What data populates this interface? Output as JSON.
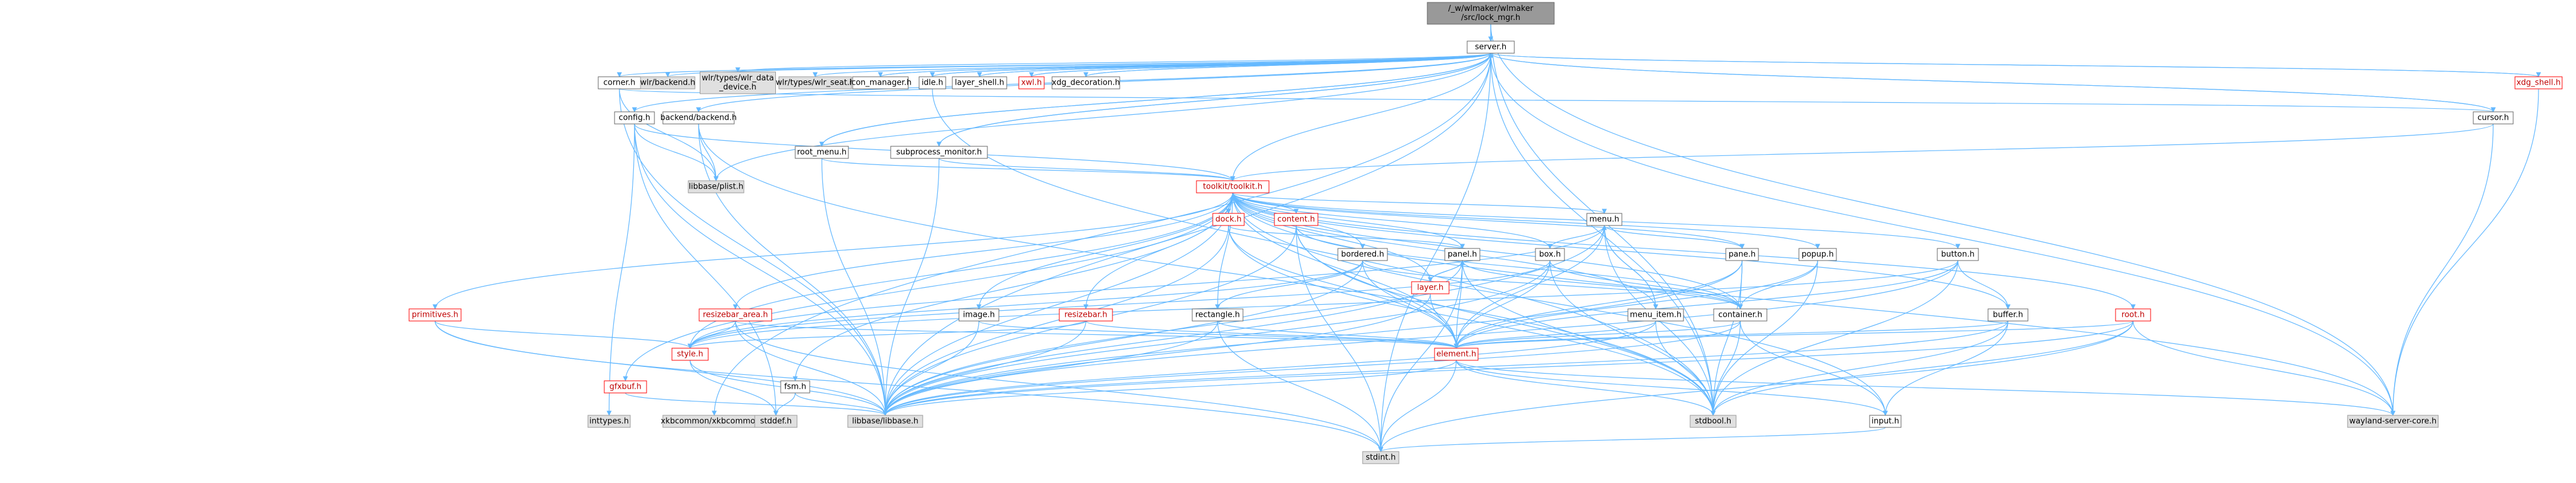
{
  "graph": {
    "colors": {
      "edge": "#63b8ff",
      "arrow": "#63b8ff",
      "root_fill": "#999999",
      "root_stroke": "#666666",
      "normal_fill": "#ffffff",
      "normal_stroke": "#666666",
      "external_fill": "#e0e0e0",
      "external_stroke": "#999999",
      "truncated_stroke": "#ff0000",
      "truncated_text": "#bf0000"
    },
    "nodes": [
      {
        "id": "root",
        "lines": [
          "/_w/wlmaker/wlmaker",
          "/src/lock_mgr.h"
        ],
        "kind": "root"
      },
      {
        "id": "server",
        "lines": [
          "server.h"
        ],
        "kind": "normal"
      },
      {
        "id": "corner",
        "lines": [
          "corner.h"
        ],
        "kind": "normal"
      },
      {
        "id": "wlr_backend",
        "lines": [
          "wlr/backend.h"
        ],
        "kind": "external"
      },
      {
        "id": "wlr_data_device",
        "lines": [
          "wlr/types/wlr_data",
          "_device.h"
        ],
        "kind": "external"
      },
      {
        "id": "wlr_seat",
        "lines": [
          "wlr/types/wlr_seat.h"
        ],
        "kind": "external"
      },
      {
        "id": "icon_manager",
        "lines": [
          "icon_manager.h"
        ],
        "kind": "normal"
      },
      {
        "id": "idle",
        "lines": [
          "idle.h"
        ],
        "kind": "normal"
      },
      {
        "id": "layer_shell",
        "lines": [
          "layer_shell.h"
        ],
        "kind": "normal"
      },
      {
        "id": "xwl",
        "lines": [
          "xwl.h"
        ],
        "kind": "truncated"
      },
      {
        "id": "xdg_decoration",
        "lines": [
          "xdg_decoration.h"
        ],
        "kind": "normal"
      },
      {
        "id": "xdg_shell",
        "lines": [
          "xdg_shell.h"
        ],
        "kind": "truncated"
      },
      {
        "id": "backend",
        "lines": [
          "backend/backend.h"
        ],
        "kind": "normal"
      },
      {
        "id": "config",
        "lines": [
          "config.h"
        ],
        "kind": "normal"
      },
      {
        "id": "root_menu",
        "lines": [
          "root_menu.h"
        ],
        "kind": "normal"
      },
      {
        "id": "subprocess_monitor",
        "lines": [
          "subprocess_monitor.h"
        ],
        "kind": "normal"
      },
      {
        "id": "cursor",
        "lines": [
          "cursor.h"
        ],
        "kind": "normal"
      },
      {
        "id": "plist",
        "lines": [
          "libbase/plist.h"
        ],
        "kind": "external"
      },
      {
        "id": "toolkit",
        "lines": [
          "toolkit/toolkit.h"
        ],
        "kind": "truncated"
      },
      {
        "id": "dock",
        "lines": [
          "dock.h"
        ],
        "kind": "truncated"
      },
      {
        "id": "content",
        "lines": [
          "content.h"
        ],
        "kind": "truncated"
      },
      {
        "id": "menu",
        "lines": [
          "menu.h"
        ],
        "kind": "normal"
      },
      {
        "id": "bordered",
        "lines": [
          "bordered.h"
        ],
        "kind": "normal"
      },
      {
        "id": "panel",
        "lines": [
          "panel.h"
        ],
        "kind": "normal"
      },
      {
        "id": "box",
        "lines": [
          "box.h"
        ],
        "kind": "normal"
      },
      {
        "id": "pane",
        "lines": [
          "pane.h"
        ],
        "kind": "normal"
      },
      {
        "id": "popup",
        "lines": [
          "popup.h"
        ],
        "kind": "normal"
      },
      {
        "id": "button",
        "lines": [
          "button.h"
        ],
        "kind": "normal"
      },
      {
        "id": "primitives",
        "lines": [
          "primitives.h"
        ],
        "kind": "truncated"
      },
      {
        "id": "resizebar_area",
        "lines": [
          "resizebar_area.h"
        ],
        "kind": "truncated"
      },
      {
        "id": "image",
        "lines": [
          "image.h"
        ],
        "kind": "normal"
      },
      {
        "id": "resizebar",
        "lines": [
          "resizebar.h"
        ],
        "kind": "truncated"
      },
      {
        "id": "rectangle",
        "lines": [
          "rectangle.h"
        ],
        "kind": "normal"
      },
      {
        "id": "layer",
        "lines": [
          "layer.h"
        ],
        "kind": "truncated"
      },
      {
        "id": "menu_item",
        "lines": [
          "menu_item.h"
        ],
        "kind": "normal"
      },
      {
        "id": "container",
        "lines": [
          "container.h"
        ],
        "kind": "normal"
      },
      {
        "id": "buffer",
        "lines": [
          "buffer.h"
        ],
        "kind": "normal"
      },
      {
        "id": "root_h",
        "lines": [
          "root.h"
        ],
        "kind": "truncated"
      },
      {
        "id": "gfxbuf",
        "lines": [
          "gfxbuf.h"
        ],
        "kind": "truncated"
      },
      {
        "id": "style",
        "lines": [
          "style.h"
        ],
        "kind": "truncated"
      },
      {
        "id": "fsm",
        "lines": [
          "fsm.h"
        ],
        "kind": "normal"
      },
      {
        "id": "element",
        "lines": [
          "element.h"
        ],
        "kind": "truncated"
      },
      {
        "id": "inttypes",
        "lines": [
          "inttypes.h"
        ],
        "kind": "external"
      },
      {
        "id": "xkbcommon",
        "lines": [
          "xkbcommon/xkbcommon.h"
        ],
        "kind": "external"
      },
      {
        "id": "stddef",
        "lines": [
          "stddef.h"
        ],
        "kind": "external"
      },
      {
        "id": "libbase",
        "lines": [
          "libbase/libbase.h"
        ],
        "kind": "external"
      },
      {
        "id": "stdbool",
        "lines": [
          "stdbool.h"
        ],
        "kind": "external"
      },
      {
        "id": "input",
        "lines": [
          "input.h"
        ],
        "kind": "normal"
      },
      {
        "id": "wayland_server_core",
        "lines": [
          "wayland-server-core.h"
        ],
        "kind": "external"
      },
      {
        "id": "stdint",
        "lines": [
          "stdint.h"
        ],
        "kind": "external"
      }
    ],
    "edges": [
      [
        "root",
        "server"
      ],
      [
        "root",
        "stdbool"
      ],
      [
        "root",
        "wayland_server_core"
      ],
      [
        "server",
        "corner"
      ],
      [
        "server",
        "wlr_backend"
      ],
      [
        "server",
        "wlr_data_device"
      ],
      [
        "server",
        "wlr_seat"
      ],
      [
        "server",
        "icon_manager"
      ],
      [
        "server",
        "idle"
      ],
      [
        "server",
        "layer_shell"
      ],
      [
        "server",
        "xwl"
      ],
      [
        "server",
        "xdg_decoration"
      ],
      [
        "server",
        "xdg_shell"
      ],
      [
        "server",
        "backend"
      ],
      [
        "server",
        "config"
      ],
      [
        "server",
        "root_menu"
      ],
      [
        "server",
        "subprocess_monitor"
      ],
      [
        "server",
        "cursor"
      ],
      [
        "server",
        "plist"
      ],
      [
        "server",
        "toolkit"
      ],
      [
        "server",
        "libbase"
      ],
      [
        "server",
        "stdbool"
      ],
      [
        "server",
        "stdint"
      ],
      [
        "server",
        "xkbcommon"
      ],
      [
        "server",
        "wayland_server_core"
      ],
      [
        "corner",
        "cursor"
      ],
      [
        "corner",
        "plist"
      ],
      [
        "corner",
        "libbase"
      ],
      [
        "backend",
        "plist"
      ],
      [
        "backend",
        "libbase"
      ],
      [
        "backend",
        "stdbool"
      ],
      [
        "config",
        "plist"
      ],
      [
        "config",
        "toolkit"
      ],
      [
        "config",
        "inttypes"
      ],
      [
        "config",
        "stddef"
      ],
      [
        "config",
        "libbase"
      ],
      [
        "root_menu",
        "server"
      ],
      [
        "root_menu",
        "toolkit"
      ],
      [
        "root_menu",
        "libbase"
      ],
      [
        "subprocess_monitor",
        "server"
      ],
      [
        "subprocess_monitor",
        "toolkit"
      ],
      [
        "subprocess_monitor",
        "libbase"
      ],
      [
        "cursor",
        "server"
      ],
      [
        "cursor",
        "toolkit"
      ],
      [
        "cursor",
        "wayland_server_core"
      ],
      [
        "idle",
        "server"
      ],
      [
        "idle",
        "stdbool"
      ],
      [
        "xwl",
        "server"
      ],
      [
        "xdg_shell",
        "server"
      ],
      [
        "xdg_shell",
        "wayland_server_core"
      ],
      [
        "icon_manager",
        "server"
      ],
      [
        "layer_shell",
        "server"
      ],
      [
        "xdg_decoration",
        "server"
      ],
      [
        "toolkit",
        "dock"
      ],
      [
        "toolkit",
        "content"
      ],
      [
        "toolkit",
        "menu"
      ],
      [
        "toolkit",
        "bordered"
      ],
      [
        "toolkit",
        "panel"
      ],
      [
        "toolkit",
        "box"
      ],
      [
        "toolkit",
        "pane"
      ],
      [
        "toolkit",
        "popup"
      ],
      [
        "toolkit",
        "button"
      ],
      [
        "toolkit",
        "primitives"
      ],
      [
        "toolkit",
        "resizebar_area"
      ],
      [
        "toolkit",
        "image"
      ],
      [
        "toolkit",
        "resizebar"
      ],
      [
        "toolkit",
        "rectangle"
      ],
      [
        "toolkit",
        "layer"
      ],
      [
        "toolkit",
        "menu_item"
      ],
      [
        "toolkit",
        "container"
      ],
      [
        "toolkit",
        "buffer"
      ],
      [
        "toolkit",
        "root_h"
      ],
      [
        "toolkit",
        "gfxbuf"
      ],
      [
        "toolkit",
        "style"
      ],
      [
        "toolkit",
        "fsm"
      ],
      [
        "toolkit",
        "element"
      ],
      [
        "toolkit",
        "input"
      ],
      [
        "toolkit",
        "libbase"
      ],
      [
        "toolkit",
        "wayland_server_core"
      ],
      [
        "dock",
        "panel"
      ],
      [
        "dock",
        "element"
      ],
      [
        "dock",
        "libbase"
      ],
      [
        "dock",
        "stdbool"
      ],
      [
        "content",
        "container"
      ],
      [
        "content",
        "element"
      ],
      [
        "content",
        "libbase"
      ],
      [
        "content",
        "stdbool"
      ],
      [
        "content",
        "stdint"
      ],
      [
        "menu",
        "box"
      ],
      [
        "menu",
        "menu_item"
      ],
      [
        "menu",
        "pane"
      ],
      [
        "menu",
        "style"
      ],
      [
        "menu",
        "element"
      ],
      [
        "menu",
        "libbase"
      ],
      [
        "menu",
        "stdbool"
      ],
      [
        "bordered",
        "container"
      ],
      [
        "bordered",
        "rectangle"
      ],
      [
        "bordered",
        "element"
      ],
      [
        "bordered",
        "style"
      ],
      [
        "bordered",
        "libbase"
      ],
      [
        "panel",
        "container"
      ],
      [
        "panel",
        "layer"
      ],
      [
        "panel",
        "element"
      ],
      [
        "panel",
        "libbase"
      ],
      [
        "panel",
        "stdbool"
      ],
      [
        "panel",
        "stdint"
      ],
      [
        "box",
        "container"
      ],
      [
        "box",
        "element"
      ],
      [
        "box",
        "style"
      ],
      [
        "box",
        "libbase"
      ],
      [
        "box",
        "stdbool"
      ],
      [
        "pane",
        "container"
      ],
      [
        "pane",
        "element"
      ],
      [
        "pane",
        "libbase"
      ],
      [
        "pane",
        "stdbool"
      ],
      [
        "popup",
        "container"
      ],
      [
        "popup",
        "element"
      ],
      [
        "popup",
        "stdbool"
      ],
      [
        "button",
        "buffer"
      ],
      [
        "button",
        "element"
      ],
      [
        "button",
        "style"
      ],
      [
        "button",
        "libbase"
      ],
      [
        "button",
        "stdbool"
      ],
      [
        "primitives",
        "style"
      ],
      [
        "primitives",
        "stdint"
      ],
      [
        "primitives",
        "libbase"
      ],
      [
        "resizebar_area",
        "element"
      ],
      [
        "resizebar_area",
        "style"
      ],
      [
        "resizebar_area",
        "libbase"
      ],
      [
        "resizebar_area",
        "stdint"
      ],
      [
        "image",
        "element"
      ],
      [
        "image",
        "libbase"
      ],
      [
        "resizebar",
        "element"
      ],
      [
        "resizebar",
        "style"
      ],
      [
        "resizebar",
        "libbase"
      ],
      [
        "rectangle",
        "element"
      ],
      [
        "rectangle",
        "libbase"
      ],
      [
        "rectangle",
        "stdint"
      ],
      [
        "layer",
        "panel"
      ],
      [
        "layer",
        "element"
      ],
      [
        "layer",
        "libbase"
      ],
      [
        "menu_item",
        "menu"
      ],
      [
        "menu_item",
        "element"
      ],
      [
        "menu_item",
        "libbase"
      ],
      [
        "menu_item",
        "stdbool"
      ],
      [
        "container",
        "element"
      ],
      [
        "container",
        "libbase"
      ],
      [
        "container",
        "stdbool"
      ],
      [
        "container",
        "input"
      ],
      [
        "buffer",
        "element"
      ],
      [
        "buffer",
        "libbase"
      ],
      [
        "buffer",
        "stdbool"
      ],
      [
        "buffer",
        "input"
      ],
      [
        "root_h",
        "element"
      ],
      [
        "root_h",
        "libbase"
      ],
      [
        "root_h",
        "stdbool"
      ],
      [
        "root_h",
        "stdint"
      ],
      [
        "root_h",
        "wayland_server_core"
      ],
      [
        "gfxbuf",
        "libbase"
      ],
      [
        "style",
        "stddef"
      ],
      [
        "style",
        "libbase"
      ],
      [
        "fsm",
        "libbase"
      ],
      [
        "fsm",
        "stddef"
      ],
      [
        "element",
        "libbase"
      ],
      [
        "element",
        "stdbool"
      ],
      [
        "element",
        "stdint"
      ],
      [
        "element",
        "input"
      ],
      [
        "element",
        "wayland_server_core"
      ],
      [
        "input",
        "stdint"
      ]
    ]
  }
}
